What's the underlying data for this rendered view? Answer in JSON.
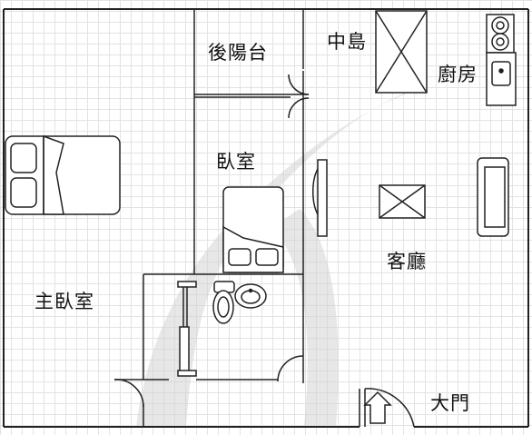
{
  "rooms": {
    "rear_balcony": "後陽台",
    "island": "中島",
    "kitchen": "廚房",
    "bedroom": "臥室",
    "master_bedroom": "主臥室",
    "living_room": "客廳",
    "main_door": "大門"
  }
}
